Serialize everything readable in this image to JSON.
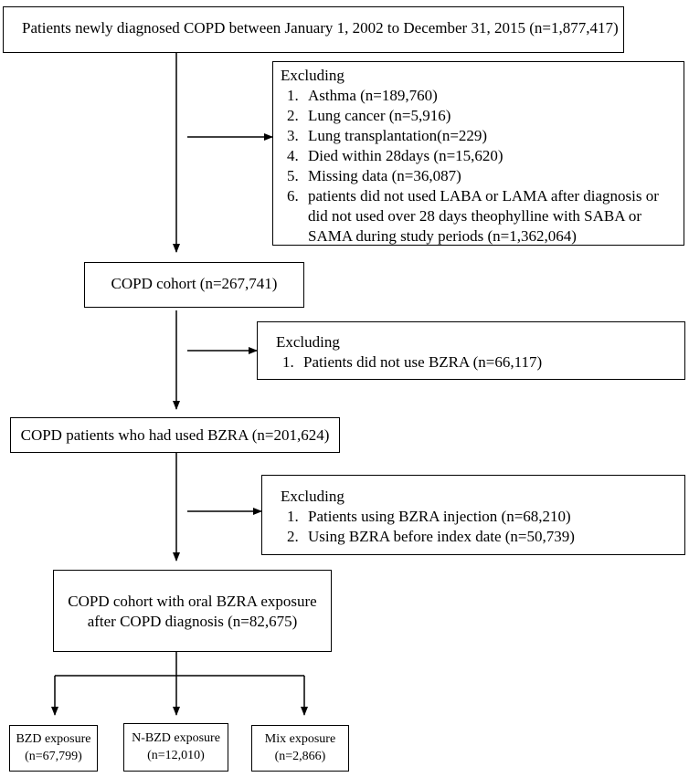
{
  "flowchart": {
    "source_box": "Patients newly diagnosed COPD between January 1, 2002 to December 31, 2015 (n=1,877,417)",
    "exclusion_1": {
      "title": "Excluding",
      "items": [
        "Asthma (n=189,760)",
        "Lung cancer (n=5,916)",
        "Lung transplantation(n=229)",
        "Died within 28days (n=15,620)",
        "Missing data (n=36,087)",
        "patients did not used LABA or LAMA after diagnosis or did not used over 28 days theophylline with SABA or SAMA during study periods (n=1,362,064)"
      ]
    },
    "copd_cohort": "COPD cohort (n=267,741)",
    "exclusion_2": {
      "title": "Excluding",
      "items": [
        "Patients did not use BZRA (n=66,117)"
      ]
    },
    "bzra_users": "COPD patients who had used BZRA (n=201,624)",
    "exclusion_3": {
      "title": "Excluding",
      "items": [
        "Patients using BZRA injection (n=68,210)",
        "Using BZRA before index date (n=50,739)"
      ]
    },
    "oral_cohort": {
      "line1": "COPD cohort with oral BZRA exposure",
      "line2": "after COPD diagnosis (n=82,675)"
    },
    "outcomes": [
      {
        "label": "BZD exposure",
        "count": "(n=67,799)"
      },
      {
        "label": "N-BZD exposure",
        "count": "(n=12,010)"
      },
      {
        "label": "Mix exposure",
        "count": "(n=2,866)"
      }
    ]
  }
}
